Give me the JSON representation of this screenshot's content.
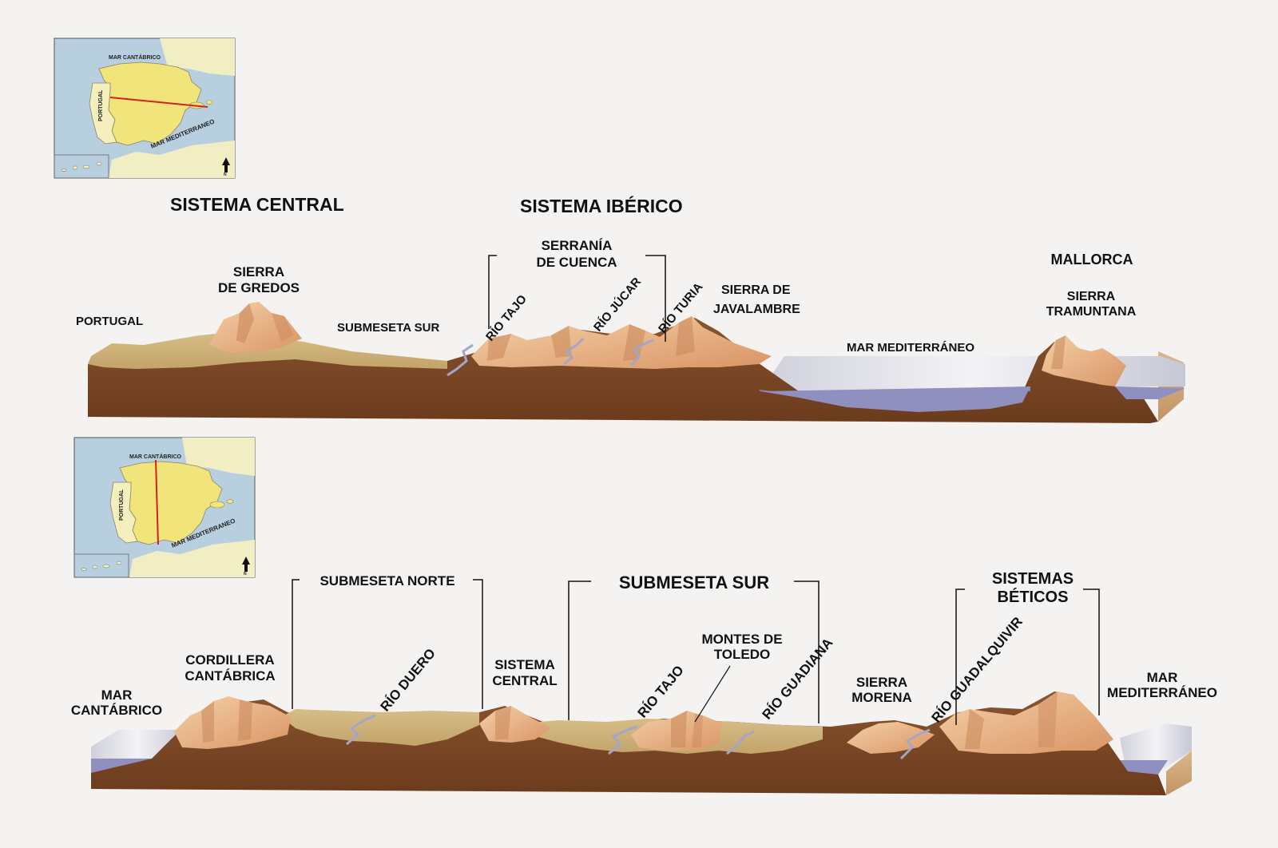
{
  "colors": {
    "background": "#f4f3f1",
    "earth": "#7e4a26",
    "earth_dark": "#5e3418",
    "plateau": "#c7ad74",
    "plateau_light": "#dac493",
    "mountain": "#e2a878",
    "mountain_light": "#f2c9a0",
    "sea_surface": "#dcdde6",
    "sea_deep": "#8f8fc0",
    "river": "#a3a6c9",
    "map_sea": "#b8cfe0",
    "map_spain": "#f0e47a",
    "map_portugal": "#f4efbd",
    "map_land": "#f2eec4",
    "section_line": "#d22222"
  },
  "top_map": {
    "sea_north": "MAR CANTÁBRICO",
    "portugal": "PORTUGAL",
    "sea_south": "MAR MEDITERRANEO",
    "north_letter": "N",
    "icon": "north-arrow-icon"
  },
  "bottom_map": {
    "sea_north": "MAR CANTÁBRICO",
    "portugal": "PORTUGAL",
    "sea_south": "MAR MEDITERRANEO",
    "north_letter": "N",
    "icon": "north-arrow-icon"
  },
  "profile_1": {
    "title_left": "SISTEMA CENTRAL",
    "title_right": "SISTEMA IBÉRICO",
    "portugal": "PORTUGAL",
    "sierra_gredos_1": "SIERRA",
    "sierra_gredos_2": "DE GREDOS",
    "submeseta_sur": "SUBMESETA SUR",
    "serrania_1": "SERRANÍA",
    "serrania_2": "DE CUENCA",
    "rio_tajo": "RÍO TAJO",
    "rio_jucar": "RÍO JÚCAR",
    "rio_turia": "RÍO TURIA",
    "javalambre_1": "SIERRA DE",
    "javalambre_2": "JAVALAMBRE",
    "mar_mediterraneo": "MAR MEDITERRÁNEO",
    "mallorca": "MALLORCA",
    "tramuntana_1": "SIERRA",
    "tramuntana_2": "TRAMUNTANA"
  },
  "profile_2": {
    "mar_cantabrico_1": "MAR",
    "mar_cantabrico_2": "CANTÁBRICO",
    "cordillera_1": "CORDILLERA",
    "cordillera_2": "CANTÁBRICA",
    "submeseta_norte": "SUBMESETA NORTE",
    "rio_duero": "RÍO DUERO",
    "sistema_central_1": "SISTEMA",
    "sistema_central_2": "CENTRAL",
    "submeseta_sur": "SUBMESETA SUR",
    "rio_tajo": "RÍO TAJO",
    "montes_toledo_1": "MONTES DE",
    "montes_toledo_2": "TOLEDO",
    "rio_guadiana": "RÍO GUADIANA",
    "sierra_morena_1": "SIERRA",
    "sierra_morena_2": "MORENA",
    "rio_guadalquivir": "RÍO GUADALQUIVIR",
    "sistemas_beticos_1": "SISTEMAS",
    "sistemas_beticos_2": "BÉTICOS",
    "mar_mediterraneo_1": "MAR",
    "mar_mediterraneo_2": "MEDITERRÁNEO"
  }
}
